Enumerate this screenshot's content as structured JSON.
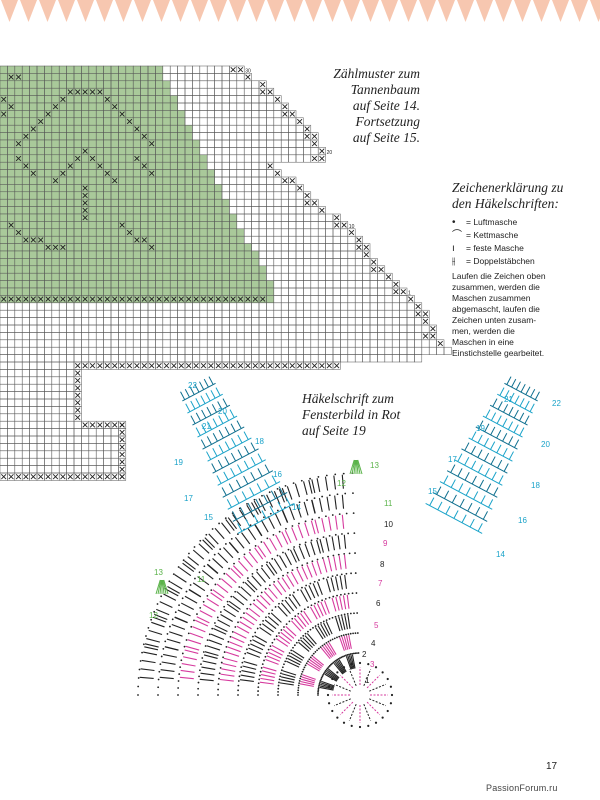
{
  "caption_chart": [
    "Zählmuster zum",
    "Tannenbaum",
    "auf Seite 14.",
    "Fortsetzung",
    "auf Seite 15."
  ],
  "caption_crochet": [
    "Häkelschrift zum",
    "Fensterbild in Rot",
    "auf Seite 19"
  ],
  "legend": {
    "title": [
      "Zeichenerklärung zu",
      "den Häkelschriften:"
    ],
    "items": [
      {
        "symbol": "•",
        "label": "= Luftmasche"
      },
      {
        "symbol": "⌒",
        "label": "= Kettmasche"
      },
      {
        "symbol": "ı",
        "label": "= feste Masche"
      },
      {
        "symbol": "⫲",
        "label": "= Doppelstäbchen"
      }
    ],
    "note": [
      "Laufen die Zeichen oben",
      "zusammen, werden die",
      "Maschen zusammen",
      "abgemascht, laufen die",
      "Zeichen unten zusam-",
      "men, werden die",
      "Maschen in eine",
      "Einstichstelle gearbeitet."
    ]
  },
  "chart_row_numbers": [
    "30",
    "20",
    "10",
    "1"
  ],
  "diagram_row_numbers": [
    "1",
    "2",
    "3",
    "4",
    "5",
    "6",
    "7",
    "8",
    "9",
    "10",
    "11",
    "12",
    "13",
    "14",
    "15",
    "16",
    "17",
    "18",
    "19",
    "20",
    "21",
    "22"
  ],
  "colors": {
    "green_fill": "#a9c99a",
    "cyan": "#1aa3c9",
    "magenta": "#d63a9e",
    "lime": "#5bb34a",
    "black": "#222222",
    "border": "#f7c7b0"
  },
  "page_number": "17",
  "watermark": "PassionForum.ru"
}
